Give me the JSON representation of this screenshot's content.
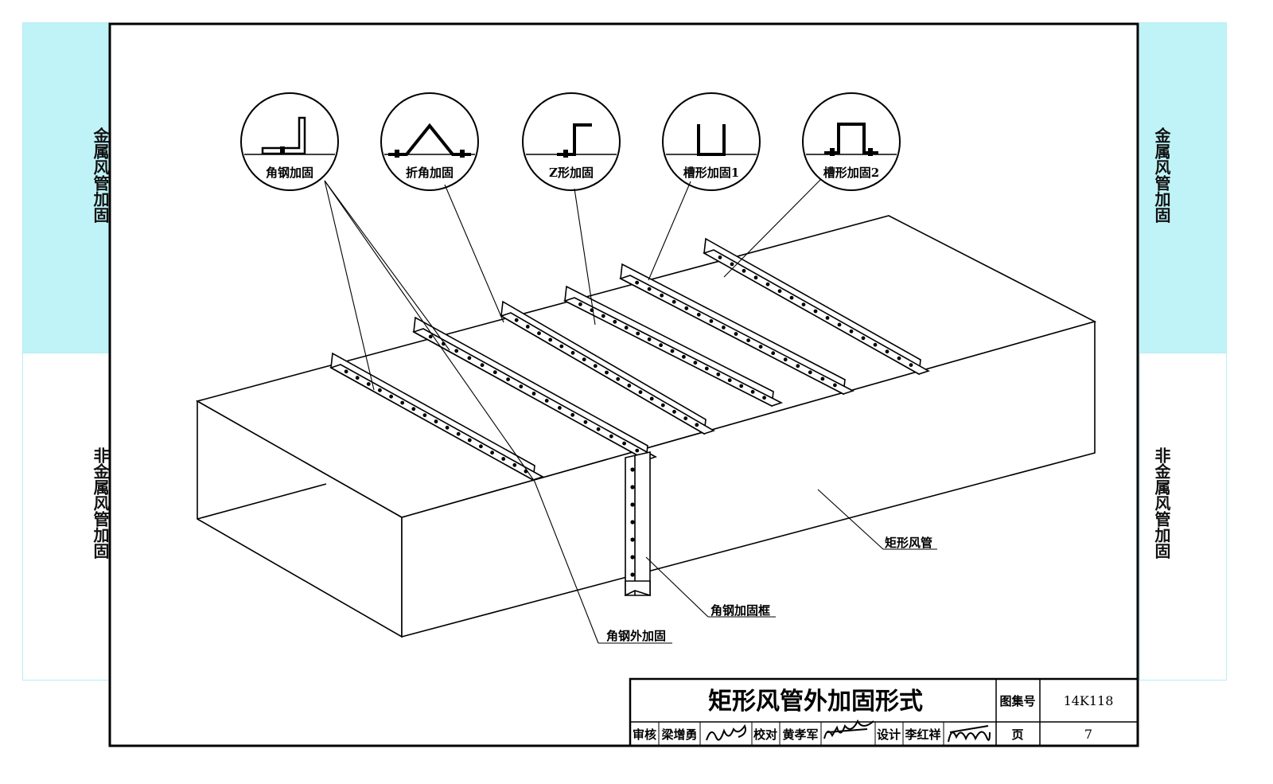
{
  "side_tabs": {
    "left_top": "金属风管加固",
    "left_bottom": "非金属风管加固",
    "right_top": "金属风管加固",
    "right_bottom": "非金属风管加固"
  },
  "callouts": [
    {
      "label": "角钢加固"
    },
    {
      "label": "折角加固"
    },
    {
      "label": "Z形加固"
    },
    {
      "label": "槽形加固1"
    },
    {
      "label": "槽形加固2"
    }
  ],
  "annotations": {
    "duct": "矩形风管",
    "frame": "角钢加固框",
    "outer": "角钢外加固"
  },
  "title_block": {
    "title": "矩形风管外加固形式",
    "atlas_label": "图集号",
    "atlas_no": "14K118",
    "page_label": "页",
    "page_no": "7",
    "review_label": "审核",
    "reviewer": "梁增勇",
    "check_label": "校对",
    "checker": "黄孝军",
    "design_label": "设计",
    "designer": "李红祥"
  },
  "colors": {
    "tab_fill": "#bff3f8",
    "line": "#000000"
  }
}
